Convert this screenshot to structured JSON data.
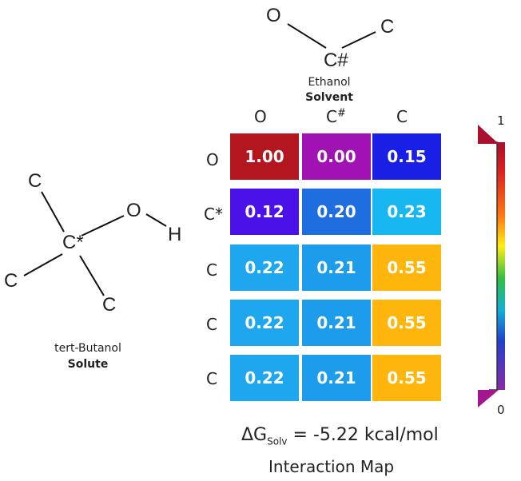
{
  "solvent": {
    "name": "Ethanol",
    "role": "Solvent",
    "atoms": [
      "O",
      "C#",
      "C"
    ]
  },
  "solute": {
    "name": "tert-Butanol",
    "role": "Solute",
    "atoms": [
      "C",
      "C*",
      "O",
      "H",
      "C",
      "C"
    ]
  },
  "matrix": {
    "col_headers": [
      "O",
      "C",
      "C"
    ],
    "col_header_sups": [
      "",
      "#",
      ""
    ],
    "row_headers": [
      "O",
      "C*",
      "C",
      "C",
      "C"
    ],
    "rows": [
      {
        "values": [
          "1.00",
          "0.00",
          "0.15"
        ],
        "colors": [
          "#b3161f",
          "#a012b4",
          "#1a1fe6"
        ]
      },
      {
        "values": [
          "0.12",
          "0.20",
          "0.23"
        ],
        "colors": [
          "#4a12e8",
          "#1f6ee0",
          "#17b8f2"
        ]
      },
      {
        "values": [
          "0.22",
          "0.21",
          "0.55"
        ],
        "colors": [
          "#1ea6ee",
          "#1e9cec",
          "#ffb60c"
        ]
      },
      {
        "values": [
          "0.22",
          "0.21",
          "0.55"
        ],
        "colors": [
          "#1ea6ee",
          "#1e9cec",
          "#ffb60c"
        ]
      },
      {
        "values": [
          "0.22",
          "0.21",
          "0.55"
        ],
        "colors": [
          "#1ea6ee",
          "#1e9cec",
          "#ffb60c"
        ]
      }
    ]
  },
  "colorbar": {
    "max_label": "1",
    "min_label": "0",
    "accent_top": "#a8102e",
    "accent_bottom": "#a01790"
  },
  "energy": {
    "delta": "ΔG",
    "subscript": "Solv",
    "rest": " = -5.22 kcal/mol"
  },
  "caption": "Interaction Map"
}
